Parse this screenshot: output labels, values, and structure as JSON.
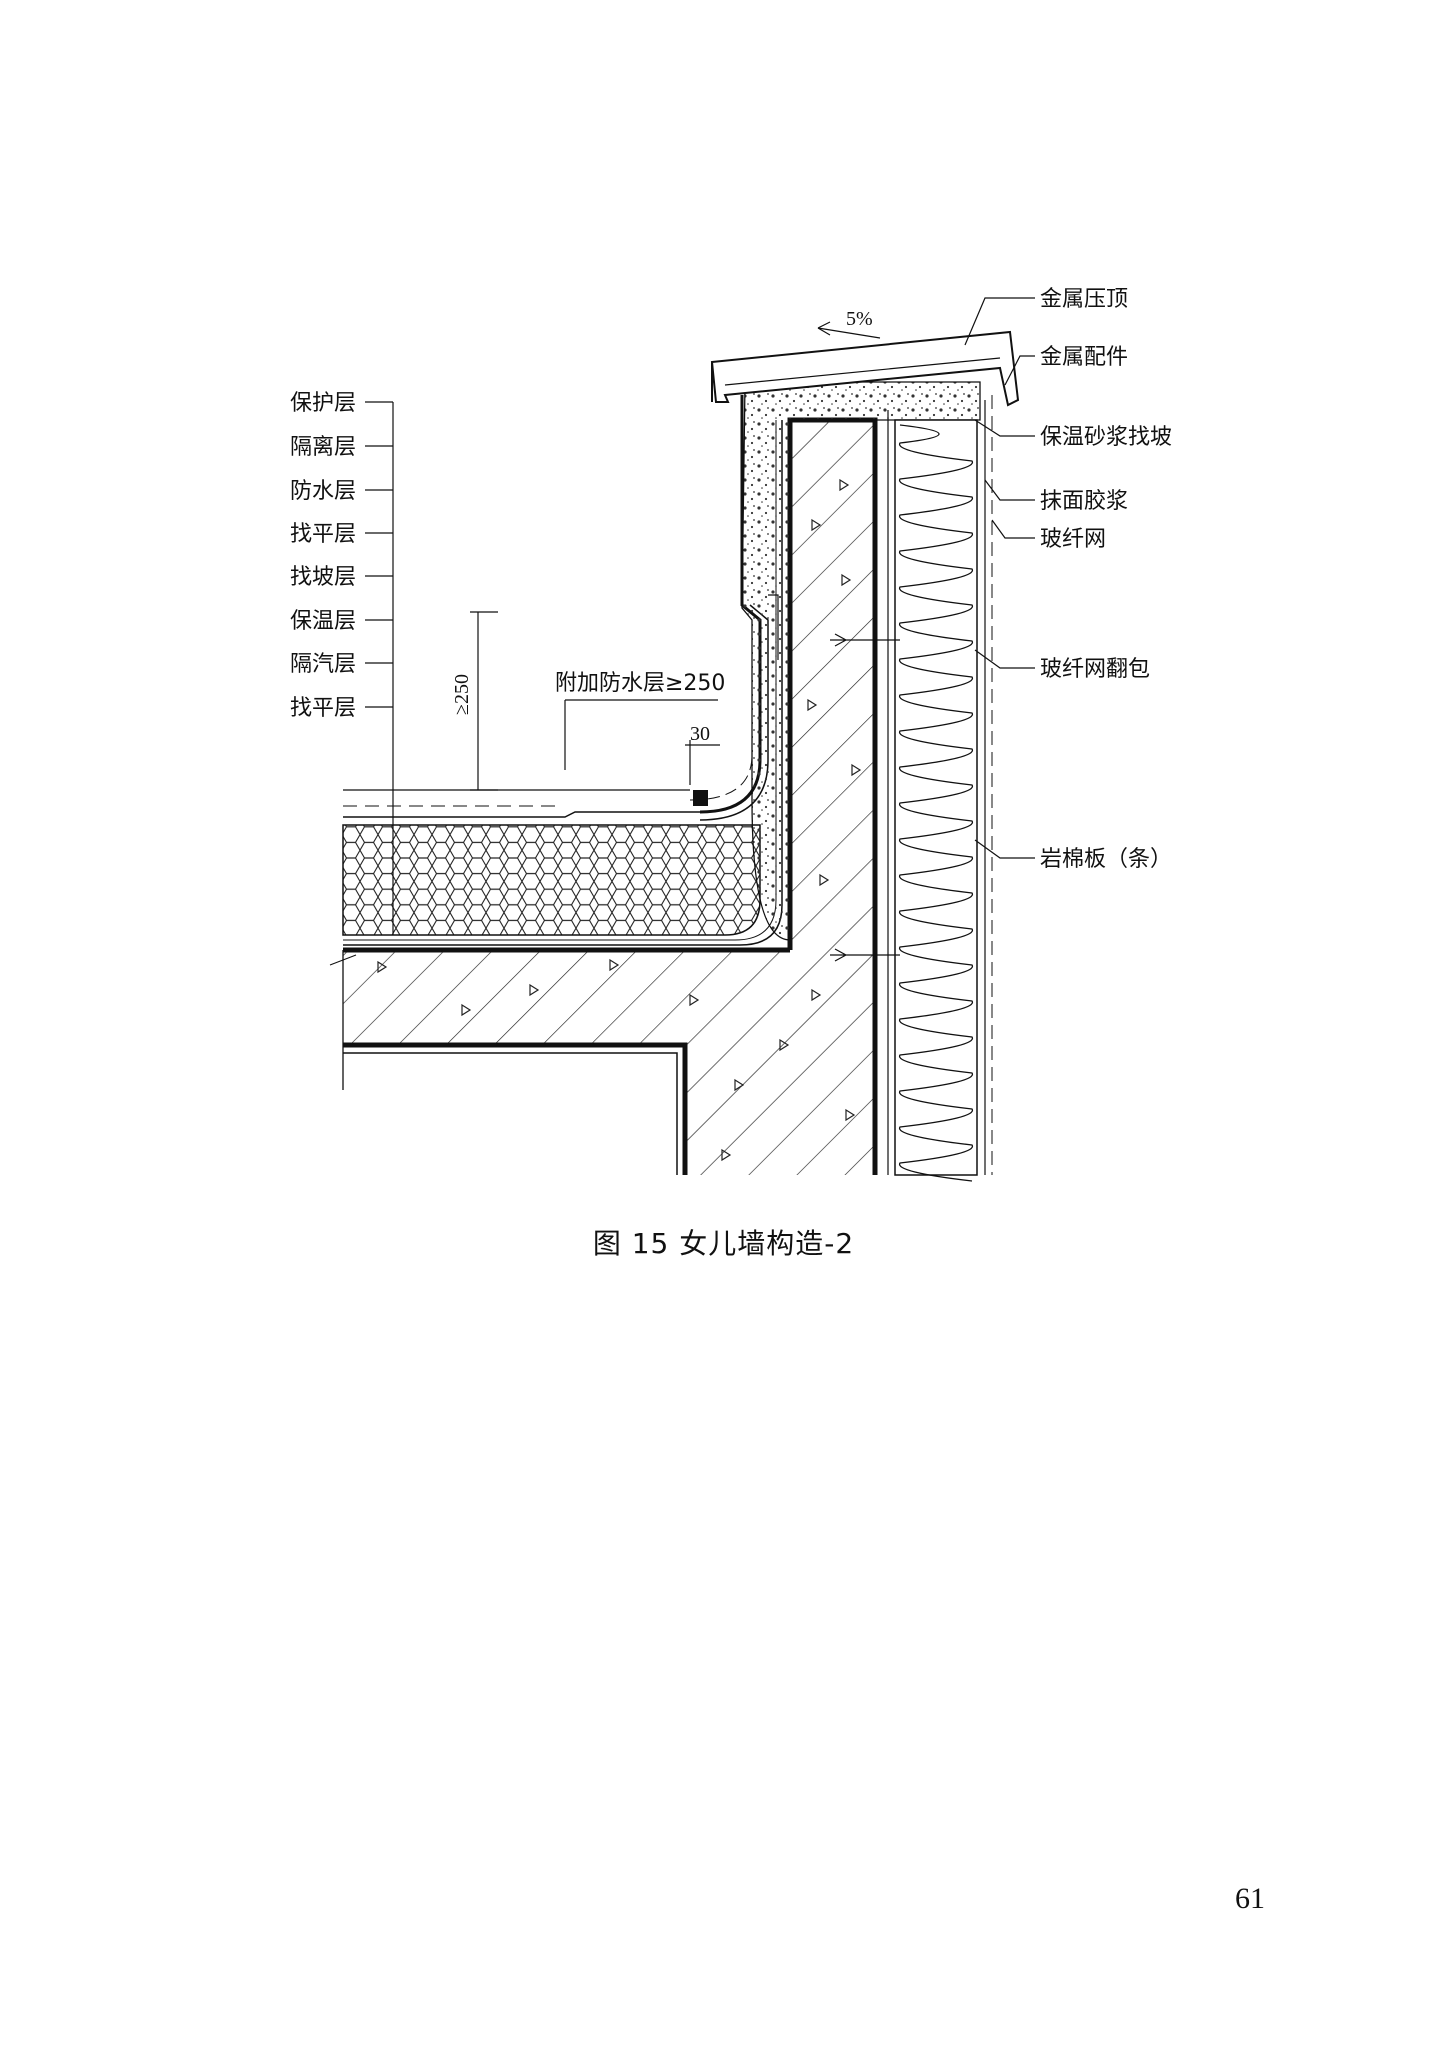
{
  "left_labels": [
    "保护层",
    "隔离层",
    "防水层",
    "找平层",
    "找坡层",
    "保温层",
    "隔汽层",
    "找平层"
  ],
  "right_labels": [
    "金属压顶",
    "金属配件",
    "保温砂浆找坡",
    "抹面胶浆",
    "玻纤网",
    "玻纤网翻包",
    "岩棉板（条）"
  ],
  "dims": {
    "slope": "5%",
    "height": "≥250",
    "extra_wp": "附加防水层≥250",
    "gap": "30"
  },
  "caption": "图 15  女儿墙构造-2",
  "page_number": "61"
}
